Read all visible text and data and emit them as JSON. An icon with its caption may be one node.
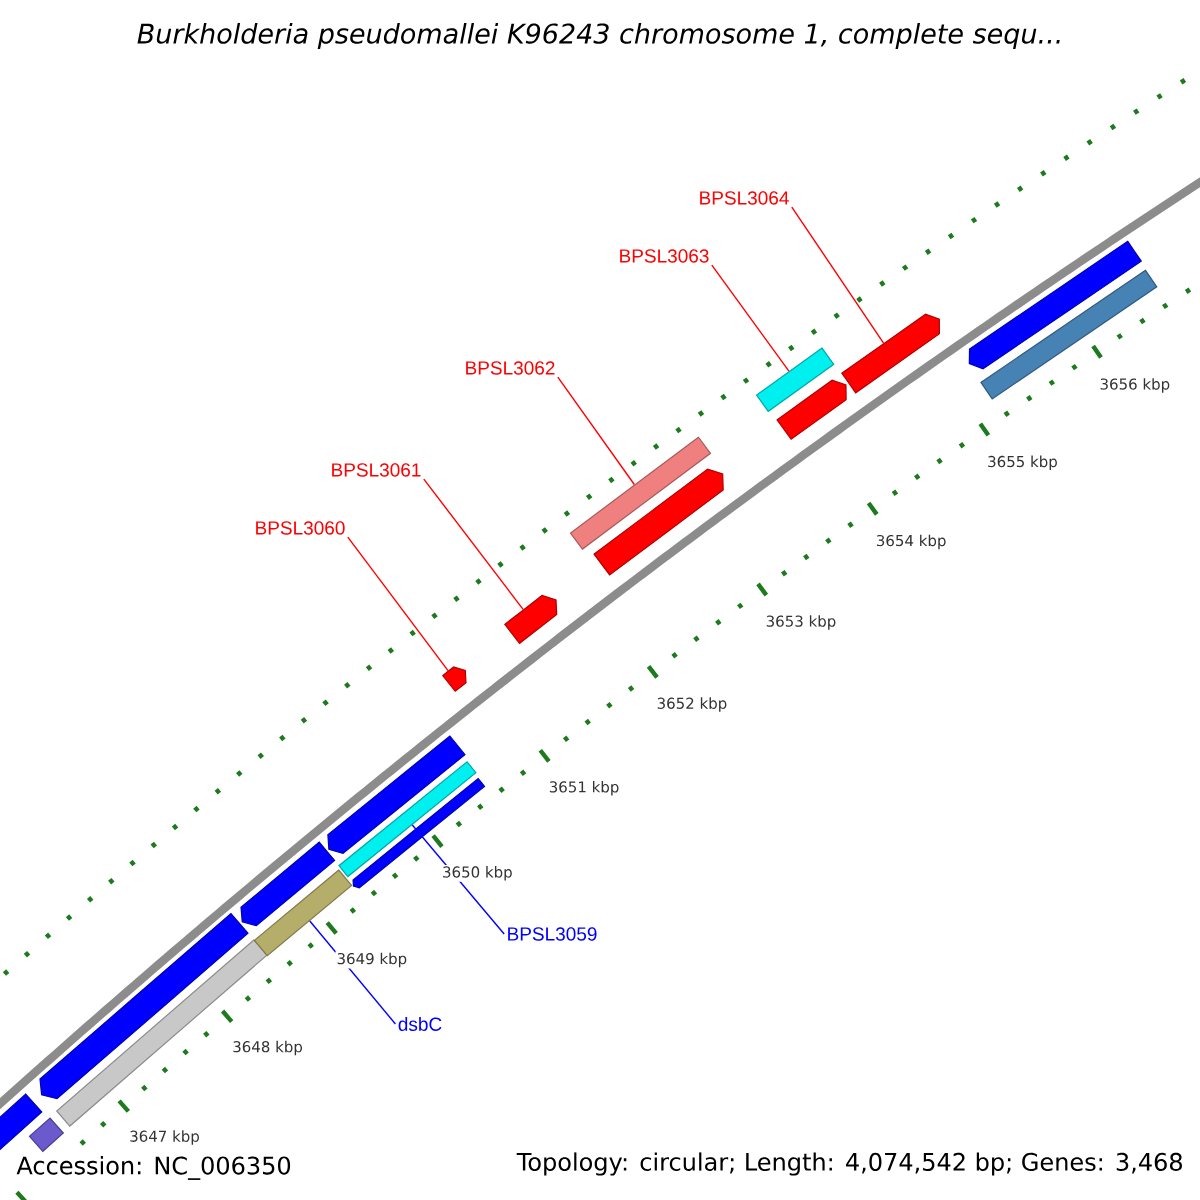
{
  "diagram": {
    "title": "Burkholderia pseudomallei K96243 chromosome 1, complete sequ...",
    "nodes": [
      {
        "text": [
          "BPSL3064"
        ]
      },
      {
        "text": [
          "BPSL3063"
        ]
      },
      {
        "text": [
          "BPSL3062"
        ]
      },
      {
        "text": [
          "BPSL3061"
        ]
      },
      {
        "text": [
          "BPSL3060"
        ]
      },
      {
        "text": [
          "BPSL3059"
        ]
      },
      {
        "text": [
          "dsbC"
        ]
      },
      {
        "text": [],
        "shape": "bar"
      },
      {
        "text": [],
        "shape": "arrow"
      },
      {
        "text": [],
        "shape": "bar"
      },
      {
        "text": [],
        "shape": "arrow"
      },
      {
        "text": [],
        "shape": "bar"
      },
      {
        "text": [],
        "shape": "arrow"
      },
      {
        "text": [],
        "shape": "bar"
      },
      {
        "text": [],
        "shape": "arrow"
      },
      {
        "text": [],
        "shape": "arrow"
      },
      {
        "text": [],
        "shape": "arrow"
      },
      {
        "text": [],
        "shape": "arrow"
      },
      {
        "text": [],
        "shape": "bar"
      },
      {
        "text": [],
        "shape": "arrow"
      },
      {
        "text": [],
        "shape": "bar"
      },
      {
        "text": [],
        "shape": "arrow"
      },
      {
        "text": [],
        "shape": "arrow"
      },
      {
        "text": [],
        "shape": "bar"
      },
      {
        "text": [],
        "shape": "arrow"
      }
    ],
    "edges": [
      {
        "from": 0,
        "to": 22,
        "arrow": "none"
      },
      {
        "from": 1,
        "to": 20,
        "arrow": "none"
      },
      {
        "from": 2,
        "to": 18,
        "arrow": "none"
      },
      {
        "from": 3,
        "to": 17,
        "arrow": "none"
      },
      {
        "from": 4,
        "to": 16,
        "arrow": "none"
      },
      {
        "from": 5,
        "to": 13,
        "arrow": "none",
        "color": "#0000ff"
      },
      {
        "from": 6,
        "to": 11,
        "arrow": "none",
        "color": "#0000ff"
      }
    ],
    "labels": [
      "3656 kbp",
      "3655 kbp",
      "3654 kbp",
      "3653 kbp",
      "3652 kbp",
      "3651 kbp",
      "3650 kbp",
      "3649 kbp",
      "3648 kbp",
      "3647 kbp",
      "Accession: NC_006350",
      "Topology: circular; Length: 4,074,542 bp; Genes: 3,468"
    ]
  }
}
